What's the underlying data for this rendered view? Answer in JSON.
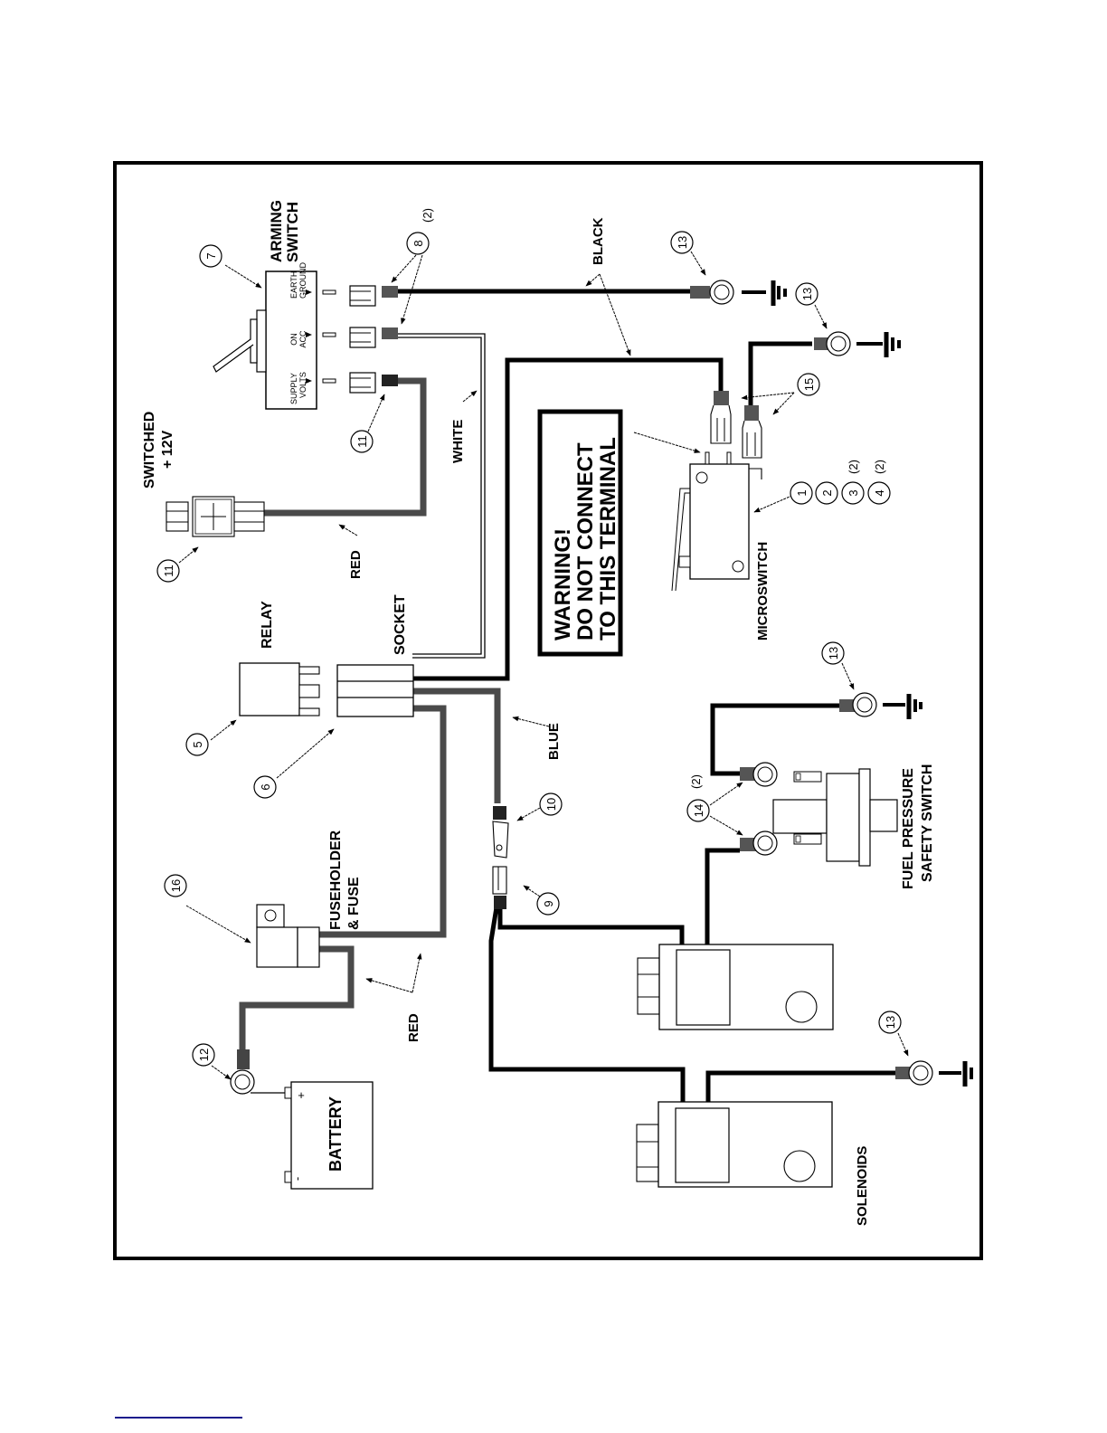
{
  "diagram": {
    "title": "Wiring Diagram - Arming Switch, Relay, Microswitch, Solenoids",
    "orientation": "rotated-90-ccw",
    "components": {
      "arming_switch": {
        "label_line1": "ARMING",
        "label_line2": "SWITCH",
        "callout": "7",
        "terminals": [
          "SUPPLY VOLTS",
          "ON ACC",
          "EARTH GROUND"
        ],
        "terminal_line1": [
          "SUPPLY",
          "ON",
          "EARTH"
        ],
        "terminal_line2": [
          "VOLTS",
          "ACC",
          "GROUND"
        ]
      },
      "switched_12v": {
        "label_line1": "SWITCHED",
        "label_line2": "+ 12V",
        "callout": "11"
      },
      "relay": {
        "label": "RELAY",
        "callout": "5"
      },
      "socket": {
        "label": "SOCKET",
        "callout": "6"
      },
      "fuseholder": {
        "label_line1": "FUSEHOLDER",
        "label_line2": "& FUSE",
        "callout": "16"
      },
      "battery": {
        "label": "BATTERY",
        "plus": "+",
        "minus": "-",
        "callout": "12"
      },
      "microswitch": {
        "label": "MICROSWITCH",
        "callouts": [
          "1",
          "2",
          "3",
          "4"
        ],
        "qty": [
          "",
          "",
          "(2)",
          "(2)"
        ]
      },
      "warning": {
        "line1": "WARNING!",
        "line2": "DO NOT CONNECT",
        "line3": "TO THIS TERMINAL"
      },
      "fuel_pressure_switch": {
        "label_line1": "FUEL PRESSURE",
        "label_line2": "SAFETY SWITCH",
        "callout": "14",
        "qty": "(2)"
      },
      "solenoids": {
        "label": "SOLENOIDS"
      }
    },
    "callouts": {
      "terminal_8": "8",
      "terminal_8_qty": "(2)",
      "terminal_11": "11",
      "ground_13": "13",
      "terminal_15": "15",
      "terminal_10": "10",
      "terminal_9": "9"
    },
    "wires": {
      "red": "RED",
      "white": "WHITE",
      "black": "BLACK",
      "blue": "BLUE"
    },
    "colors": {
      "black_wire": "#000000",
      "colored_wire": "#4a4a4a",
      "terminal_crimp": "#555555",
      "footer_link": "#1a1a8c"
    }
  }
}
